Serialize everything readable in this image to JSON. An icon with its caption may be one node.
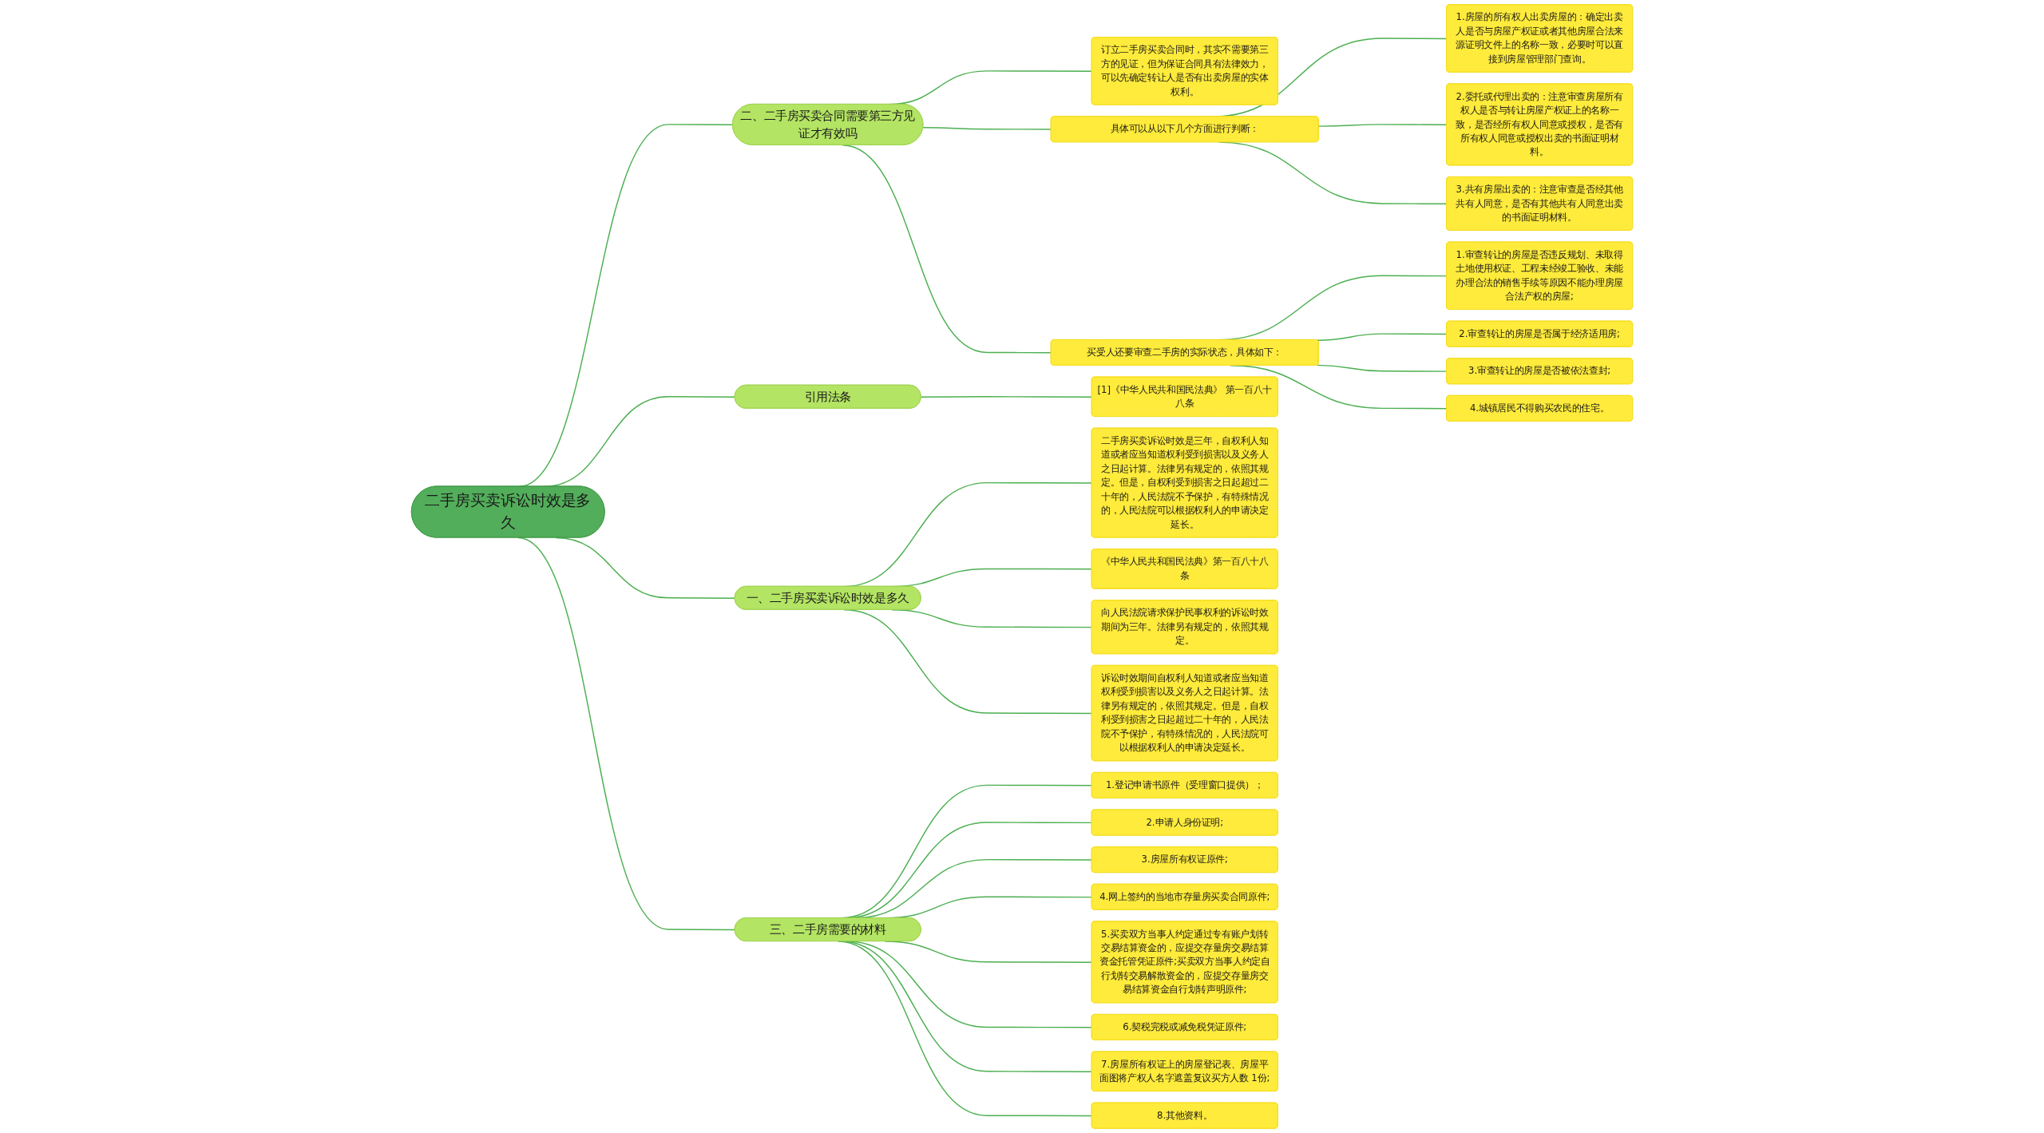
{
  "diagram": {
    "nodes": [
      {
        "text": [
          "二手房买卖诉讼时效是多久"
        ]
      },
      {
        "text": [
          "二、二手房买卖合同需要第三方见证才有效吗"
        ]
      },
      {
        "text": [
          "订立二手房买卖合同时，其实不需要第三方的见证，但为保证合同具有法律效力，可以先确定转让人是否有出卖房屋的实体权利。"
        ]
      },
      {
        "text": [
          "具体可以从以下几个方面进行判断："
        ]
      },
      {
        "text": [
          "1.房屋的所有权人出卖房屋的：确定出卖人是否与房屋产权证或者其他房屋合法来源证明文件上的名称一致，必要时可以直接到房屋管理部门查询。"
        ]
      },
      {
        "text": [
          "2.委托或代理出卖的：注意审查房屋所有权人是否与转让房屋产权证上的名称一致，是否经所有权人同意或授权，是否有所有权人同意或授权出卖的书面证明材料。"
        ]
      },
      {
        "text": [
          "3.共有房屋出卖的：注意审查是否经其他共有人同意，是否有其他共有人同意出卖的书面证明材料。"
        ]
      },
      {
        "text": [
          "买受人还要审查二手房的实际状态，具体如下："
        ]
      },
      {
        "text": [
          "1.审查转让的房屋是否违反规划、未取得土地使用权证、工程未经竣工验收、未能办理合法的销售手续等原因不能办理房屋合法产权的房屋;"
        ]
      },
      {
        "text": [
          "2.审查转让的房屋是否属于经济适用房;"
        ]
      },
      {
        "text": [
          "3.审查转让的房屋是否被依法查封;"
        ]
      },
      {
        "text": [
          "4.城镇居民不得购买农民的住宅。"
        ]
      },
      {
        "text": [
          "引用法条"
        ]
      },
      {
        "text": [
          "[1]《中华人民共和国民法典》 第一百八十八条"
        ]
      },
      {
        "text": [
          "一、二手房买卖诉讼时效是多久"
        ]
      },
      {
        "text": [
          "二手房买卖诉讼时效是三年，自权利人知道或者应当知道权利受到损害以及义务人之日起计算。法律另有规定的，依照其规定。但是，自权利受到损害之日起超过二十年的，人民法院不予保护，有特殊情况的，人民法院可以根据权利人的申请决定延长。"
        ]
      },
      {
        "text": [
          "《中华人民共和国民法典》第一百八十八条"
        ]
      },
      {
        "text": [
          "向人民法院请求保护民事权利的诉讼时效期间为三年。法律另有规定的，依照其规定。"
        ]
      },
      {
        "text": [
          "诉讼时效期间自权利人知道或者应当知道权利受到损害以及义务人之日起计算。法律另有规定的，依照其规定。但是，自权利受到损害之日起超过二十年的，人民法院不予保护，有特殊情况的，人民法院可以根据权利人的申请决定延长。"
        ]
      },
      {
        "text": [
          "三、二手房需要的材料"
        ]
      },
      {
        "text": [
          "1.登记申请书原件（受理窗口提供）；"
        ]
      },
      {
        "text": [
          "2.申请人身份证明;"
        ]
      },
      {
        "text": [
          "3.房屋所有权证原件;"
        ]
      },
      {
        "text": [
          "4.网上签约的当地市存量房买卖合同原件;"
        ]
      },
      {
        "text": [
          "5.买卖双方当事人约定通过专有账户划转交易结算资金的，应提交存量房交易结算资金托管凭证原件;买卖双方当事人约定自行划转交易解散资金的，应提交存量房交易结算资金自行划转声明原件;"
        ]
      },
      {
        "text": [
          "6.契税完税或减免税凭证原件;"
        ]
      },
      {
        "text": [
          "7.房屋所有权证上的房屋登记表、房屋平面图将产权人名字遮盖复议买方人数 1份;"
        ]
      },
      {
        "text": [
          "8.其他资料。"
        ]
      }
    ],
    "edges": [
      {
        "from": 0,
        "to": 1,
        "arrow": "none"
      },
      {
        "from": 1,
        "to": 2,
        "arrow": "none"
      },
      {
        "from": 1,
        "to": 3,
        "arrow": "none"
      },
      {
        "from": 3,
        "to": 4,
        "arrow": "none"
      },
      {
        "from": 3,
        "to": 5,
        "arrow": "none"
      },
      {
        "from": 3,
        "to": 6,
        "arrow": "none"
      },
      {
        "from": 1,
        "to": 7,
        "arrow": "none"
      },
      {
        "from": 7,
        "to": 8,
        "arrow": "none"
      },
      {
        "from": 7,
        "to": 9,
        "arrow": "none"
      },
      {
        "from": 7,
        "to": 10,
        "arrow": "none"
      },
      {
        "from": 7,
        "to": 11,
        "arrow": "none"
      },
      {
        "from": 0,
        "to": 12,
        "arrow": "none"
      },
      {
        "from": 12,
        "to": 13,
        "arrow": "none"
      },
      {
        "from": 0,
        "to": 14,
        "arrow": "none"
      },
      {
        "from": 14,
        "to": 15,
        "arrow": "none"
      },
      {
        "from": 14,
        "to": 16,
        "arrow": "none"
      },
      {
        "from": 14,
        "to": 17,
        "arrow": "none"
      },
      {
        "from": 14,
        "to": 18,
        "arrow": "none"
      },
      {
        "from": 0,
        "to": 19,
        "arrow": "none"
      },
      {
        "from": 19,
        "to": 20,
        "arrow": "none"
      },
      {
        "from": 19,
        "to": 21,
        "arrow": "none"
      },
      {
        "from": 19,
        "to": 22,
        "arrow": "none"
      },
      {
        "from": 19,
        "to": 23,
        "arrow": "none"
      },
      {
        "from": 19,
        "to": 24,
        "arrow": "none"
      },
      {
        "from": 19,
        "to": 25,
        "arrow": "none"
      },
      {
        "from": 19,
        "to": 26,
        "arrow": "none"
      },
      {
        "from": 19,
        "to": 27,
        "arrow": "none"
      }
    ]
  }
}
